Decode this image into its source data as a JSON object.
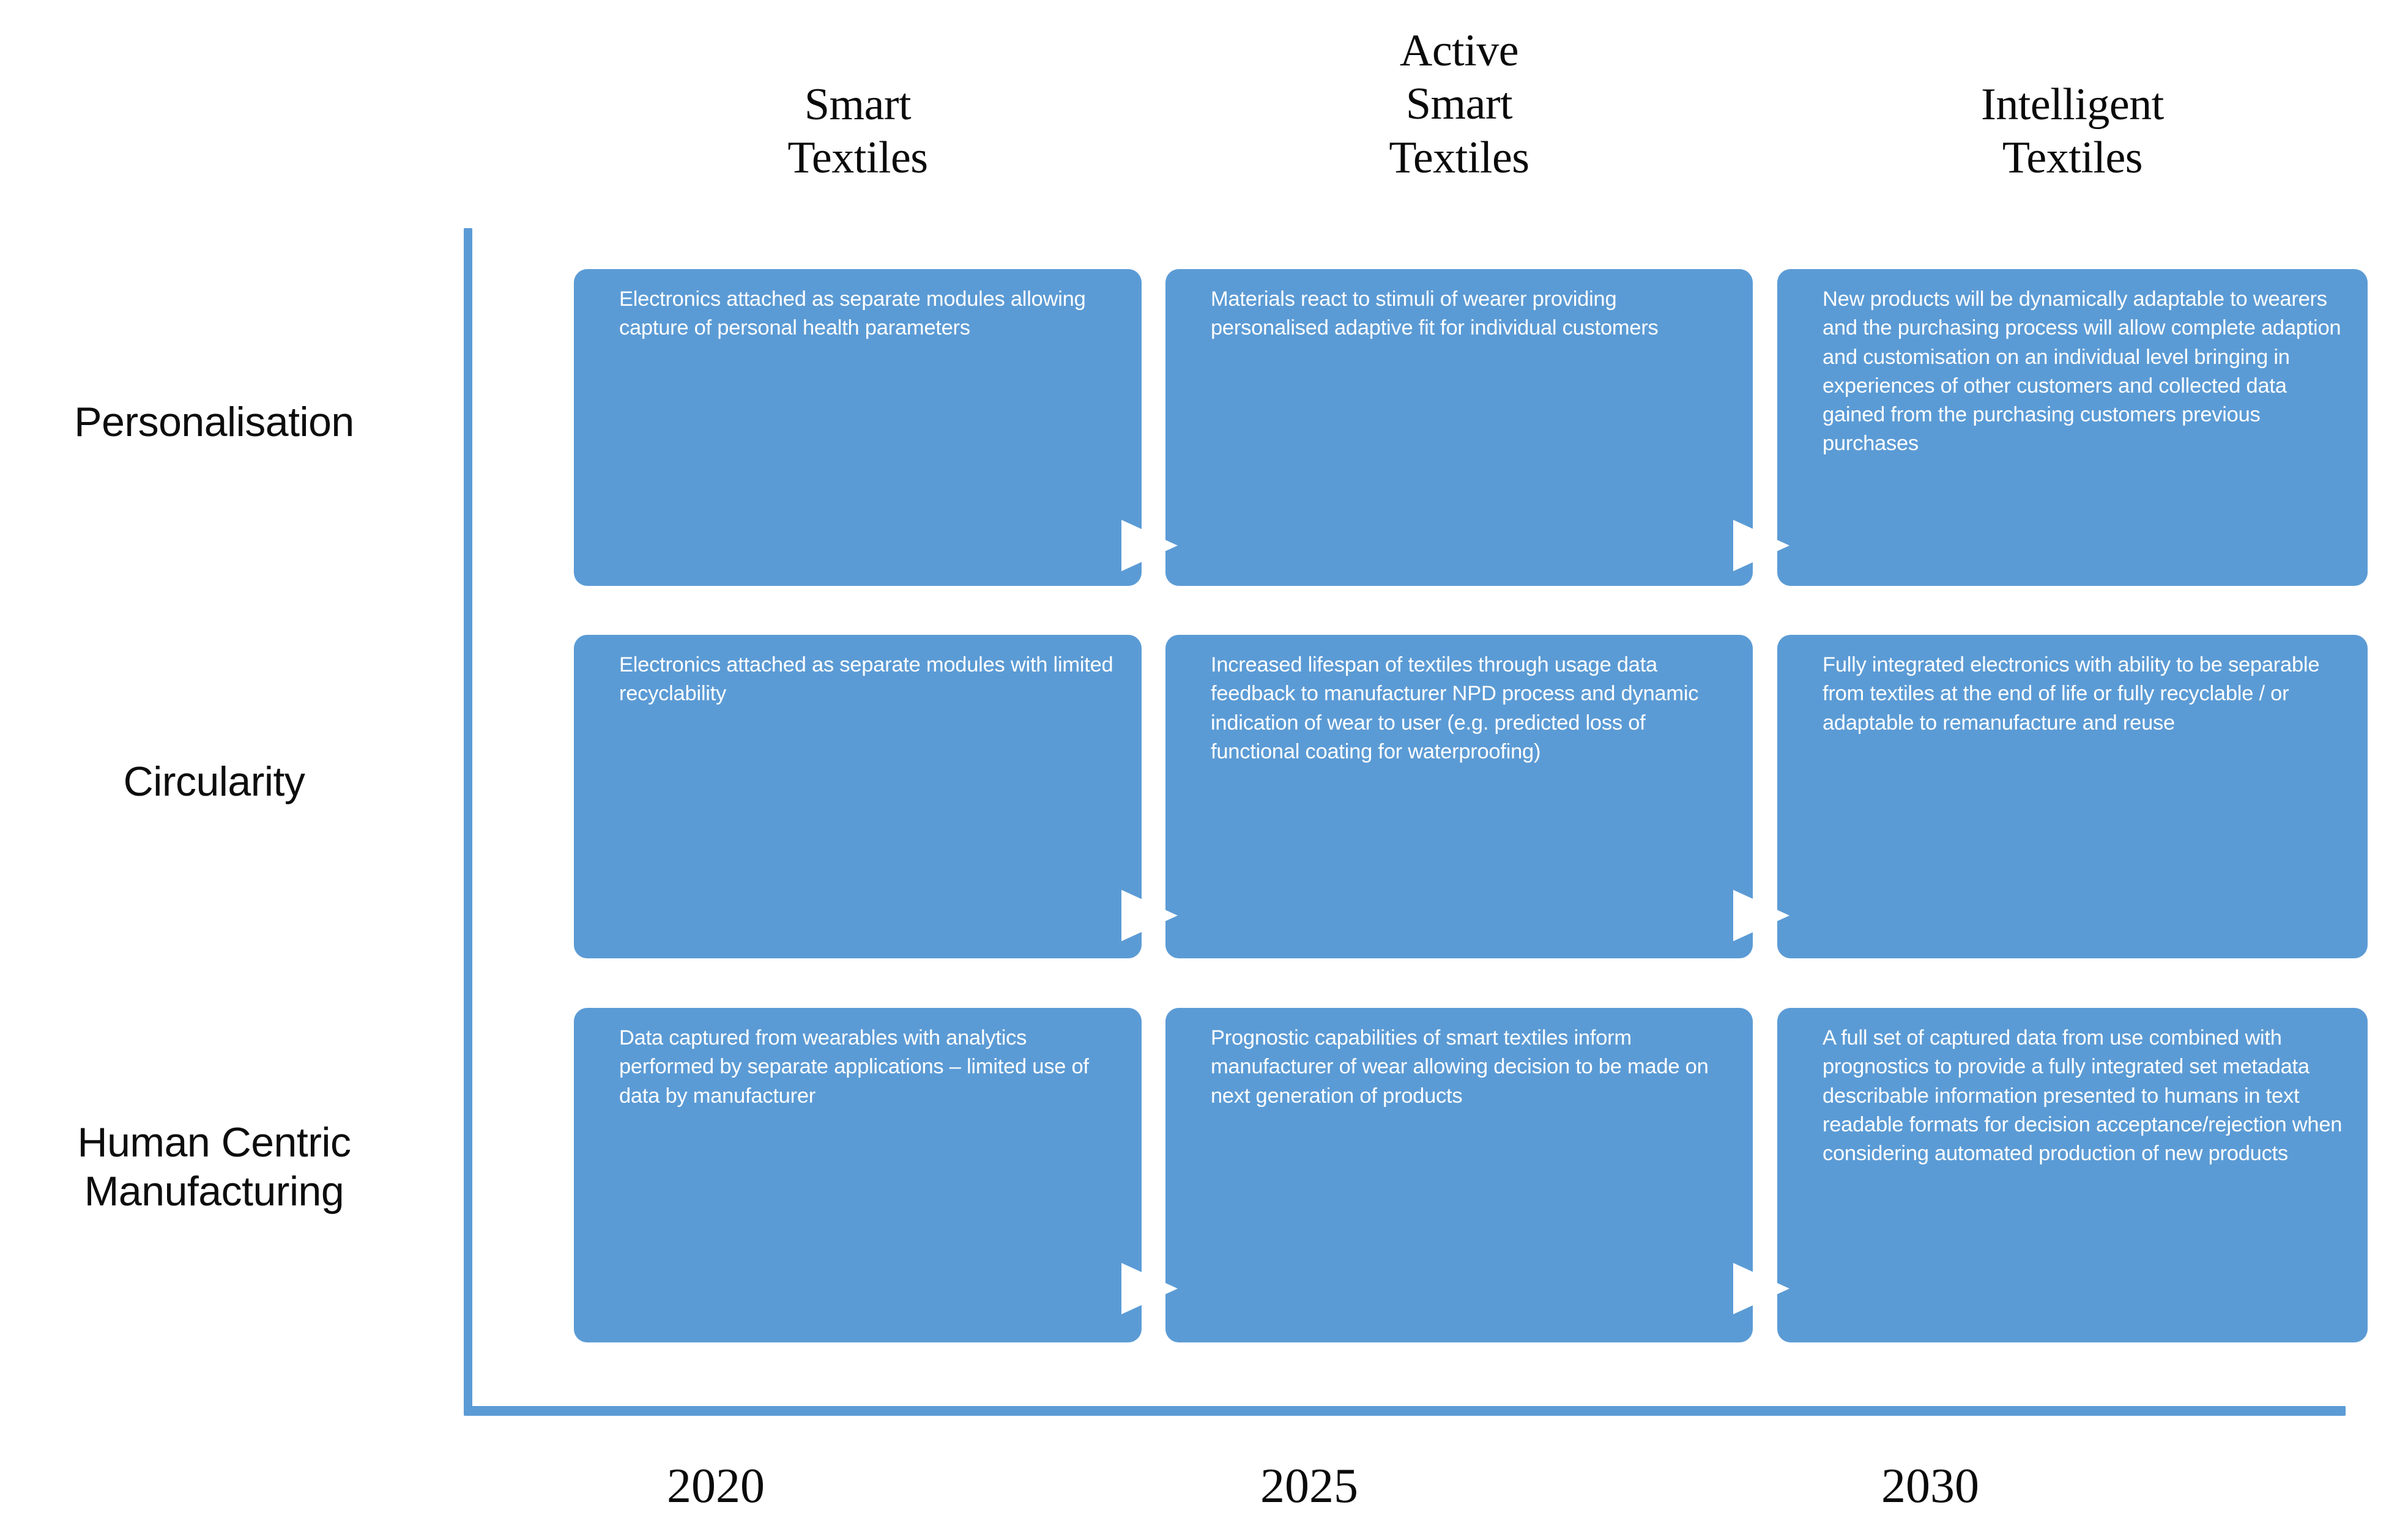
{
  "axis": {
    "color": "#5B9BD5",
    "y_axis_name": "maturity-axis",
    "x_axis_name": "time-axis"
  },
  "theme": {
    "box_color": "#5B9BD5",
    "box_text_color": "#FFFFFF",
    "label_text_color": "#0D0D0D",
    "background": "#FFFFFF"
  },
  "columns": [
    {
      "id": "smart-textiles",
      "lines": [
        "Smart",
        "Textiles"
      ],
      "year": "2020"
    },
    {
      "id": "active-smart-textiles",
      "lines": [
        "Active",
        "Smart",
        "Textiles"
      ],
      "year": "2025"
    },
    {
      "id": "intelligent-textiles",
      "lines": [
        "Intelligent",
        "Textiles"
      ],
      "year": "2030"
    }
  ],
  "rows": [
    {
      "id": "personalisation",
      "lines": [
        "Personalisation"
      ]
    },
    {
      "id": "circularity",
      "lines": [
        "Circularity"
      ]
    },
    {
      "id": "human-centric-manufacturing",
      "lines": [
        "Human Centric",
        "Manufacturing"
      ]
    }
  ],
  "cells": {
    "personalisation": {
      "smart": "Electronics attached as separate modules allowing capture of personal health parameters",
      "active": "Materials react to stimuli of wearer providing personalised adaptive fit  for individual customers",
      "intelligent": "New  products will be dynamically adaptable to wearers and the purchasing process will allow complete adaption and customisation on an individual level bringing in experiences of other customers and collected data gained from the purchasing customers previous purchases"
    },
    "circularity": {
      "smart": "Electronics attached as separate modules with limited recyclability",
      "active": "Increased lifespan of textiles through usage data feedback to manufacturer NPD process and  dynamic indication of wear to user (e.g. predicted loss of functional coating for waterproofing)",
      "intelligent": "Fully integrated electronics with ability to be separable from textiles at the end of life or fully recyclable / or adaptable to remanufacture and reuse"
    },
    "human_centric_manufacturing": {
      "smart": "Data captured from wearables with analytics performed by separate applications – limited use of data by manufacturer",
      "active": "Prognostic capabilities of smart textiles inform manufacturer of wear allowing decision to be made on next generation of products",
      "intelligent": "A full set of captured data from use combined with prognostics to provide a fully integrated set metadata describable information presented to humans in text  readable formats for decision acceptance/rejection when considering automated production of new products"
    }
  }
}
